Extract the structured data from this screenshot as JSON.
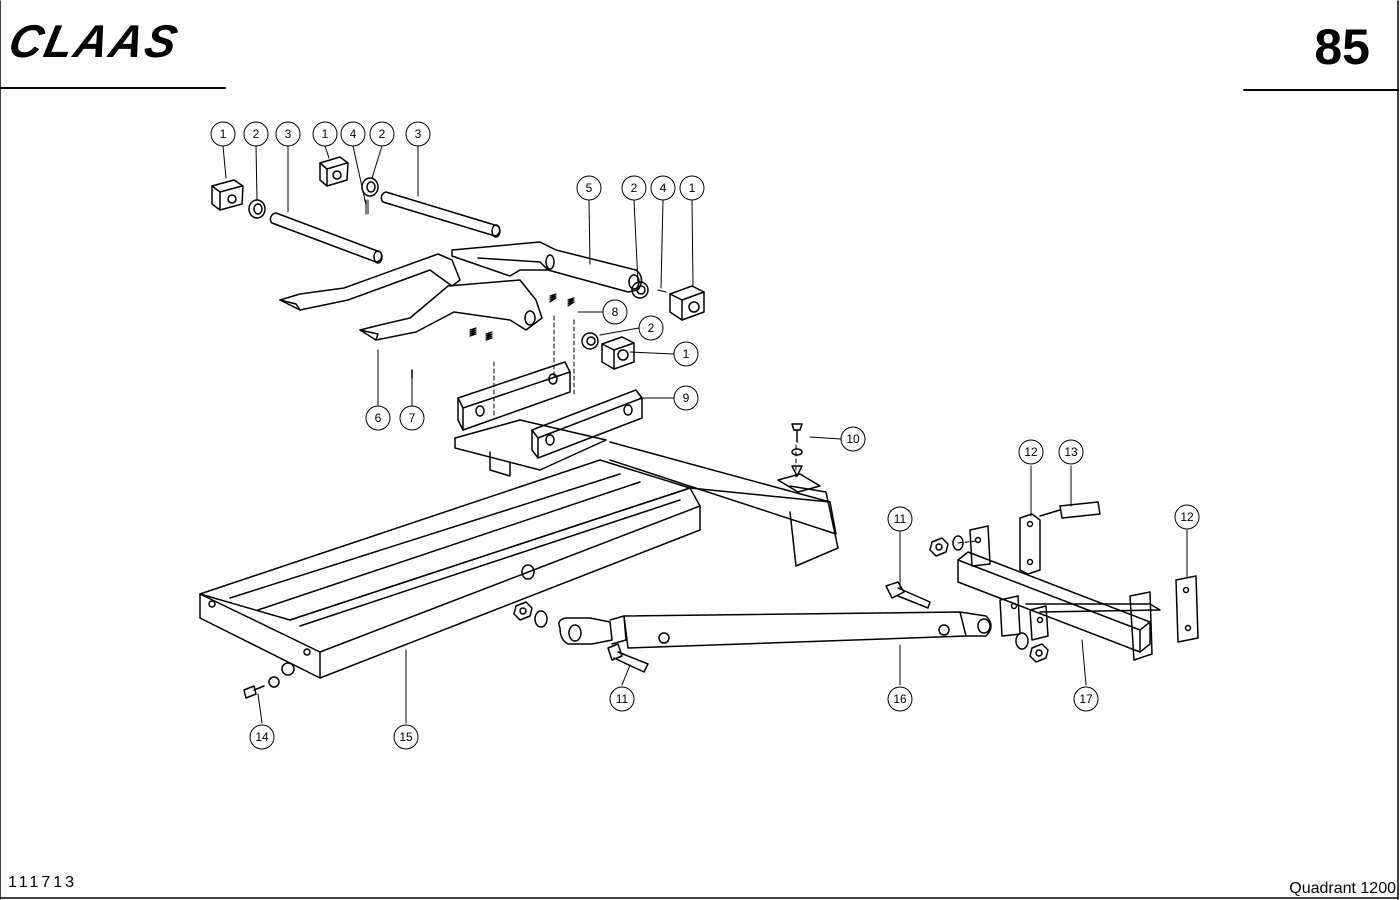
{
  "header": {
    "brand": "CLAAS",
    "page_number": "85"
  },
  "footer": {
    "drawing_number": "111713",
    "model": "Quadrant 1200"
  },
  "callouts": [
    "1",
    "2",
    "3",
    "1",
    "4",
    "2",
    "3",
    "5",
    "2",
    "4",
    "1",
    "8",
    "2",
    "1",
    "6",
    "7",
    "9",
    "10",
    "11",
    "12",
    "13",
    "12",
    "11",
    "14",
    "15",
    "16",
    "17"
  ]
}
